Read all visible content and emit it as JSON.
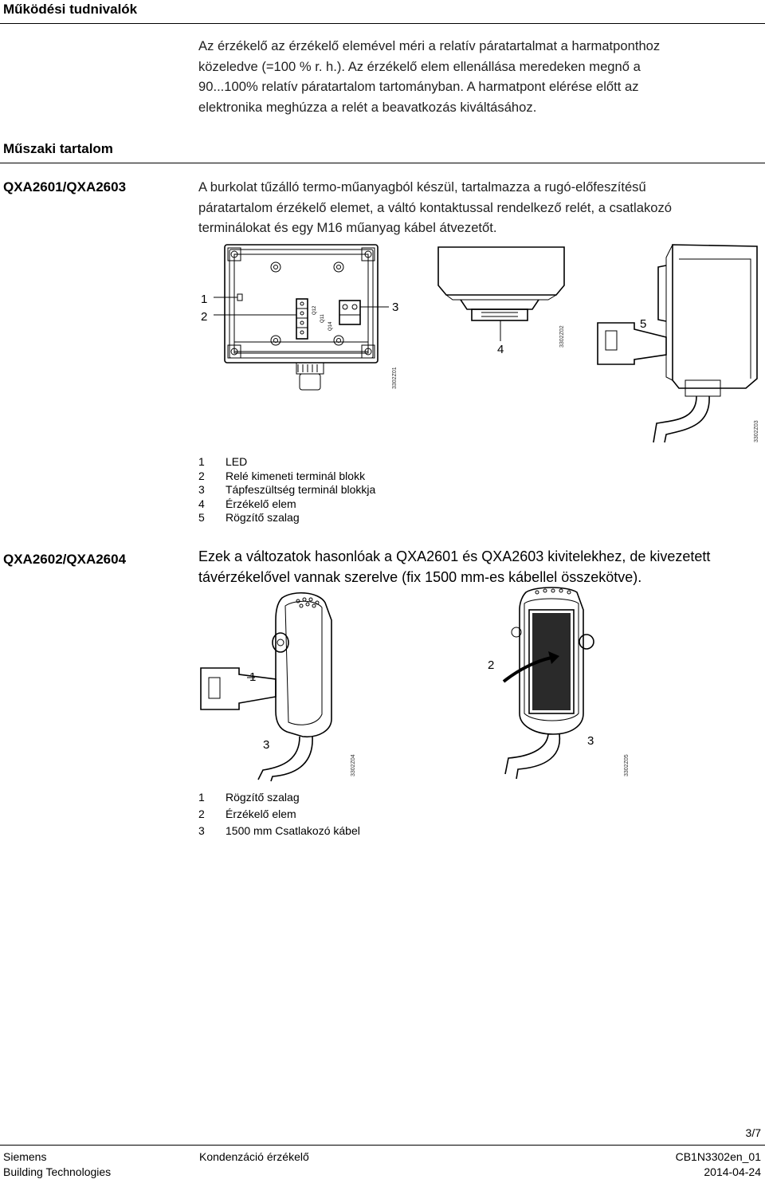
{
  "sections": {
    "operating_title": "Működési tudnivalók",
    "technical_title": "Műszaki tartalom"
  },
  "operating_text": [
    "Az érzékelő az érzékelő elemével méri a relatív páratartalmat a harmatponthoz",
    "közeledve (=100 % r. h.). Az érzékelő elem ellenállása meredeken megnő a",
    "90...100% relatív páratartalom tartományban. A harmatpont elérése előtt az",
    "elektronika meghúzza a relét a beavatkozás kiváltásához."
  ],
  "variant1": {
    "model": "QXA2601/QXA2603",
    "text": [
      "A burkolat tűzálló termo-műanyagból készül, tartalmazza a rugó-előfeszítésű",
      "páratartalom érzékelő elemet, a váltó kontaktussal rendelkező relét, a csatlakozó",
      "terminálokat és egy M16 műanyag kábel átvezetőt."
    ],
    "figure_codes": [
      "3302Z01",
      "3302Z02",
      "3302Z03"
    ],
    "terminal_labels": [
      "Q12",
      "Q11",
      "Q14"
    ],
    "callouts": [
      "1",
      "2",
      "3",
      "4",
      "5"
    ],
    "legend": [
      {
        "num": "1",
        "text": "LED"
      },
      {
        "num": "2",
        "text": "Relé kimeneti terminál blokk"
      },
      {
        "num": "3",
        "text": "Tápfeszültség terminál blokkja"
      },
      {
        "num": "4",
        "text": "Érzékelő elem"
      },
      {
        "num": "5",
        "text": "Rögzítő szalag"
      }
    ]
  },
  "variant2": {
    "model": "QXA2602/QXA2604",
    "text": [
      "Ezek a változatok hasonlóak a QXA2601 és QXA2603 kivitelekhez, de kivezetett",
      "távérzékelővel vannak szerelve (fix 1500 mm-es kábellel összekötve)."
    ],
    "figure_codes": [
      "3302Z04",
      "3302Z05"
    ],
    "callouts": [
      "1",
      "3",
      "2",
      "3"
    ],
    "legend": [
      {
        "num": "1",
        "text": "Rögzítő szalag"
      },
      {
        "num": "2",
        "text": "Érzékelő elem"
      },
      {
        "num": "3",
        "text": "1500 mm Csatlakozó kábel"
      }
    ]
  },
  "footer": {
    "page": "3/7",
    "company": "Siemens",
    "division": "Building Technologies",
    "product": "Kondenzáció érzékelő",
    "doc_id": "CB1N3302en_01",
    "date": "2014-04-24"
  }
}
